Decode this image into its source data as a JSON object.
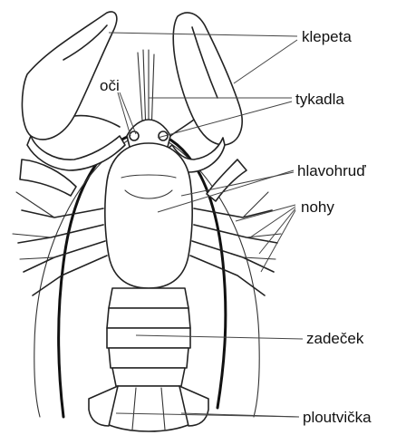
{
  "labels": {
    "klepeta": "klepeta",
    "oci": "oči",
    "tykadla": "tykadla",
    "hlavohrud": "hlavohruď",
    "nohy": "nohy",
    "zadecek": "zadeček",
    "ploutvicka": "ploutvička"
  },
  "colors": {
    "line": "#222222",
    "background": "#ffffff"
  }
}
